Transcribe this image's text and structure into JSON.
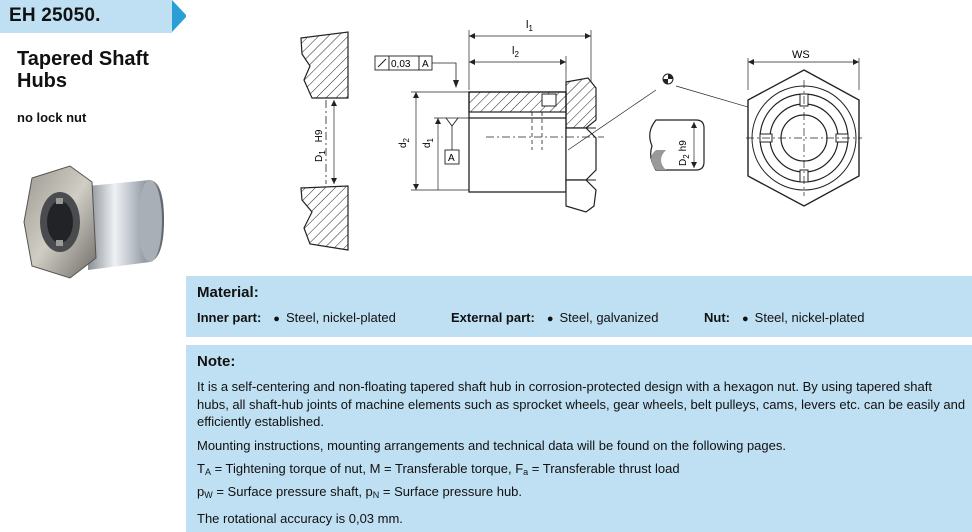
{
  "header": {
    "code": "EH 25050.",
    "title": "Tapered Shaft Hubs",
    "subtitle": "no lock nut"
  },
  "drawing": {
    "dim_l1": "l",
    "dim_l1_sub": "1",
    "dim_l2": "l",
    "dim_l2_sub": "2",
    "dim_ws": "WS",
    "tolerance_value": "0,03",
    "datum": "A",
    "dim_D1": "D",
    "dim_D1_sub": "1",
    "dim_D1_tol": "H9",
    "dim_d2": "d",
    "dim_d2_sub": "2",
    "dim_d1": "d",
    "dim_d1_sub": "1",
    "dim_D2": "D",
    "dim_D2_sub": "2",
    "dim_D2_tol": "h9"
  },
  "material": {
    "heading": "Material:",
    "items": [
      {
        "label": "Inner part:",
        "value": "Steel, nickel-plated"
      },
      {
        "label": "External part:",
        "value": "Steel, galvanized"
      },
      {
        "label": "Nut:",
        "value": "Steel, nickel-plated"
      }
    ]
  },
  "note": {
    "heading": "Note:",
    "paragraph1": "It is a self-centering and non-floating tapered shaft hub in corrosion-protected design with a hexagon nut. By using tapered shaft hubs, all shaft-hub joints of machine elements such as sprocket wheels, gear wheels, belt pulleys, cams, levers etc. can be easily and efficiently established.",
    "paragraph2": "Mounting instructions, mounting arrangements and technical data will be found on the following pages.",
    "line3": {
      "ta_symbol": "T",
      "ta_sub": "A",
      "ta_text": " = Tightening torque of nut, M = Transferable torque, F",
      "fa_sub": "a",
      "fa_text": " = Transferable thrust load"
    },
    "line4": {
      "pw_symbol": "p",
      "pw_sub": "W",
      "pw_text": " = Surface pressure shaft, p",
      "pn_sub": "N",
      "pn_text": " = Surface pressure hub."
    },
    "paragraph5": "The rotational accuracy is 0,03 mm."
  }
}
